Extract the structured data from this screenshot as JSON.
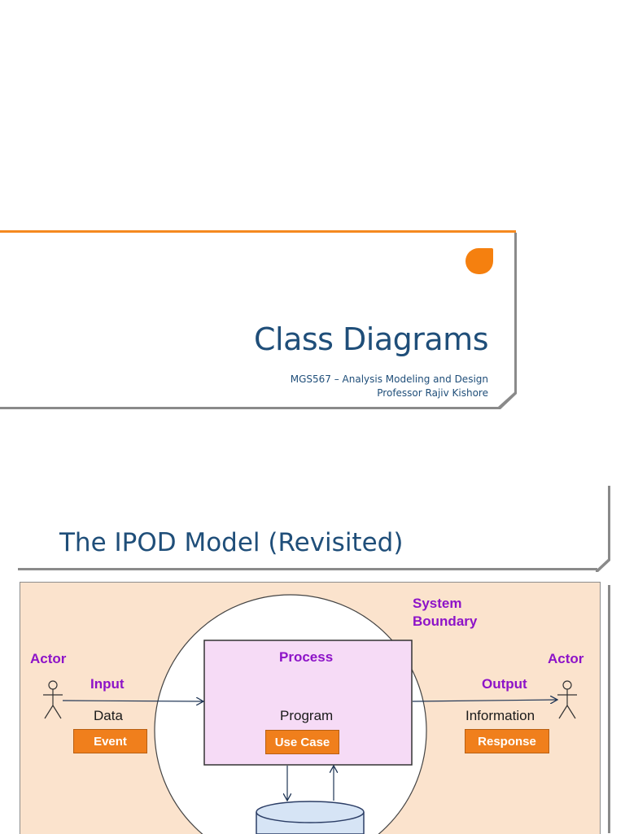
{
  "slide1": {
    "title": "Class Diagrams",
    "course": "MGS567 – Analysis Modeling and Design",
    "professor": "Professor Rajiv Kishore"
  },
  "slide2": {
    "title": "The IPOD Model (Revisited)",
    "diagram": {
      "system_boundary_line1": "System",
      "system_boundary_line2": "Boundary",
      "actor_left": "Actor",
      "actor_right": "Actor",
      "input": "Input",
      "output": "Output",
      "data": "Data",
      "information": "Information",
      "event": "Event",
      "response": "Response",
      "process": "Process",
      "program": "Program",
      "use_case": "Use Case"
    }
  },
  "colors": {
    "accent_orange": "#f5800f",
    "title_blue": "#1f4e79",
    "label_purple": "#8d13c8",
    "panel_bg": "#fbe3cd",
    "process_fill": "#f6dbf6"
  }
}
